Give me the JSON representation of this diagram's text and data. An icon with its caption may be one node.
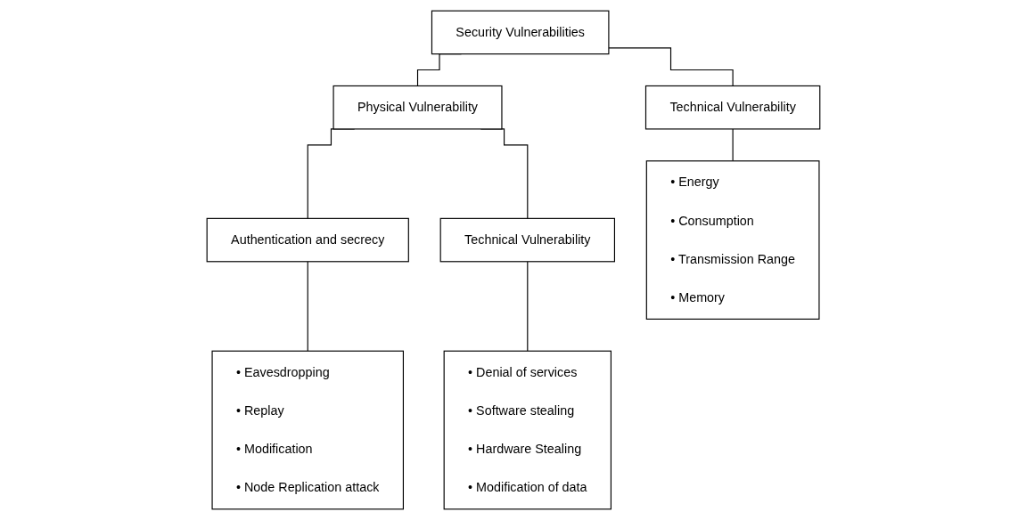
{
  "diagram": {
    "nodes": [
      {
        "text": [
          "Security Vulnerabilities"
        ]
      },
      {
        "text": [
          "Physical Vulnerability"
        ]
      },
      {
        "text": [
          "Technical Vulnerability"
        ]
      },
      {
        "text": [
          "Authentication and secrecy"
        ]
      },
      {
        "text": [
          "Technical Vulnerability"
        ]
      },
      {
        "text": [
          "• Eavesdropping",
          "• Replay",
          "• Modification",
          "• Node Replication attack"
        ]
      },
      {
        "text": [
          "• Denial of services",
          "• Software stealing",
          "• Hardware Stealing",
          "• Modification of data"
        ]
      },
      {
        "text": [
          "• Energy",
          "• Consumption",
          "• Transmission Range",
          "• Memory"
        ]
      }
    ],
    "edges": [
      {
        "from": 0,
        "to": 1,
        "arrow": "none"
      },
      {
        "from": 0,
        "to": 2,
        "arrow": "none"
      },
      {
        "from": 1,
        "to": 3,
        "arrow": "none"
      },
      {
        "from": 1,
        "to": 4,
        "arrow": "none"
      },
      {
        "from": 3,
        "to": 5,
        "arrow": "none"
      },
      {
        "from": 4,
        "to": 6,
        "arrow": "none"
      },
      {
        "from": 2,
        "to": 7,
        "arrow": "none"
      }
    ]
  }
}
